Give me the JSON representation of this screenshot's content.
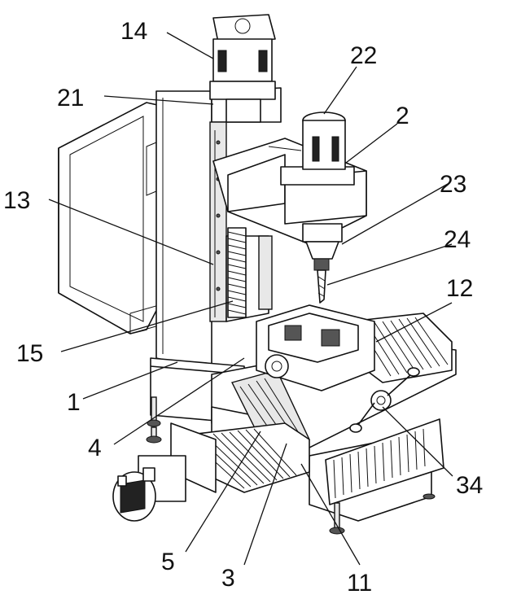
{
  "callouts": {
    "c14": "14",
    "c22": "22",
    "c21": "21",
    "c2": "2",
    "c23": "23",
    "c13": "13",
    "c24": "24",
    "c12": "12",
    "c15": "15",
    "c1": "1",
    "c4": "4",
    "c34": "34",
    "c5": "5",
    "c3": "3",
    "c11": "11"
  }
}
